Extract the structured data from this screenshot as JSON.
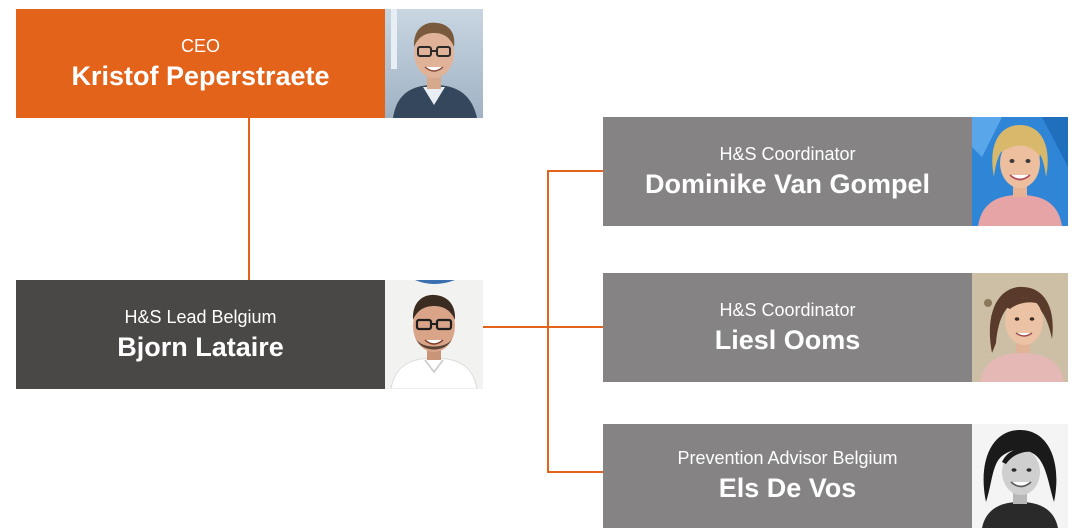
{
  "colors": {
    "accent": "#e3631a",
    "lead_box": "#4a4846",
    "coordinator_box": "#858384",
    "line": "#e3631a"
  },
  "ceo": {
    "role": "CEO",
    "name": "Kristof Peperstraete",
    "photo": "portrait-man-glasses-outdoor"
  },
  "lead": {
    "role": "H&S Lead Belgium",
    "name": "Bjorn Lataire",
    "photo": "portrait-man-glasses-beard"
  },
  "reports": [
    {
      "role": "H&S Coordinator",
      "name": "Dominike Van Gompel",
      "photo": "portrait-woman-blonde"
    },
    {
      "role": "H&S Coordinator",
      "name": "Liesl Ooms",
      "photo": "portrait-woman-brown-hair"
    },
    {
      "role": "Prevention Advisor Belgium",
      "name": "Els De Vos",
      "photo": "portrait-woman-black-white"
    }
  ]
}
